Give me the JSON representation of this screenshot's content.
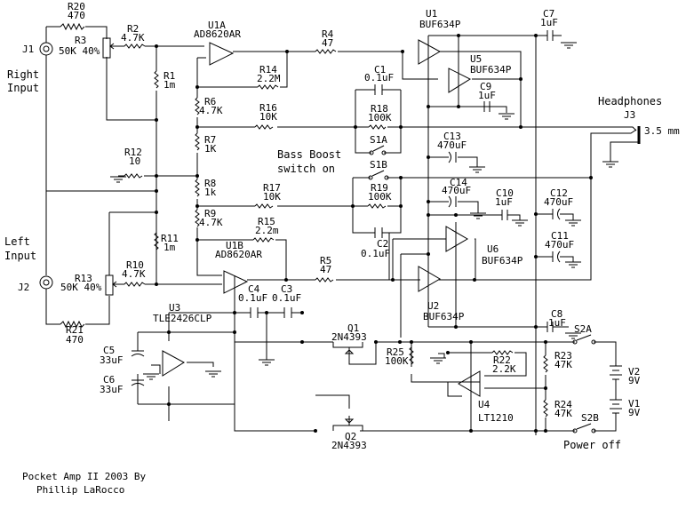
{
  "title_lines": [
    "Pocket Amp II 2003 By",
    "Phillip LaRocco"
  ],
  "notes": {
    "bass_boost_1": "Bass Boost",
    "bass_boost_2": "switch on",
    "power_off": "Power off",
    "headphones": "Headphones",
    "right_input_1": "Right",
    "right_input_2": "Input",
    "left_input_1": "Left",
    "left_input_2": "Input"
  },
  "components": {
    "R20": {
      "ref": "R20",
      "value": "470"
    },
    "R21": {
      "ref": "R21",
      "value": "470"
    },
    "R3": {
      "ref": "R3",
      "value": "50K 40%"
    },
    "R13": {
      "ref": "R13",
      "value": "50K 40%"
    },
    "R2": {
      "ref": "R2",
      "value": "4.7K"
    },
    "R10": {
      "ref": "R10",
      "value": "4.7K"
    },
    "R1": {
      "ref": "R1",
      "value": "1m"
    },
    "R11": {
      "ref": "R11",
      "value": "1m"
    },
    "R12": {
      "ref": "R12",
      "value": "10"
    },
    "R6": {
      "ref": "R6",
      "value": "4.7K"
    },
    "R7": {
      "ref": "R7",
      "value": "1K"
    },
    "R8": {
      "ref": "R8",
      "value": "1k"
    },
    "R9": {
      "ref": "R9",
      "value": "4.7K"
    },
    "R14": {
      "ref": "R14",
      "value": "2.2M"
    },
    "R15": {
      "ref": "R15",
      "value": "2.2m"
    },
    "R16": {
      "ref": "R16",
      "value": "10K"
    },
    "R17": {
      "ref": "R17",
      "value": "10K"
    },
    "R18": {
      "ref": "R18",
      "value": "100K"
    },
    "R19": {
      "ref": "R19",
      "value": "100K"
    },
    "R4": {
      "ref": "R4",
      "value": "47"
    },
    "R5": {
      "ref": "R5",
      "value": "47"
    },
    "R22": {
      "ref": "R22",
      "value": "2.2K"
    },
    "R23": {
      "ref": "R23",
      "value": "47K"
    },
    "R24": {
      "ref": "R24",
      "value": "47K"
    },
    "R25": {
      "ref": "R25",
      "value": "100K"
    },
    "C1": {
      "ref": "C1",
      "value": "0.1uF"
    },
    "C2": {
      "ref": "C2",
      "value": "0.1uF"
    },
    "C3": {
      "ref": "C3",
      "value": "0.1uF"
    },
    "C4": {
      "ref": "C4",
      "value": "0.1uF"
    },
    "C5": {
      "ref": "C5",
      "value": "33uF"
    },
    "C6": {
      "ref": "C6",
      "value": "33uF"
    },
    "C7": {
      "ref": "C7",
      "value": "1uF"
    },
    "C8": {
      "ref": "C8",
      "value": "1uF"
    },
    "C9": {
      "ref": "C9",
      "value": "1uF"
    },
    "C10": {
      "ref": "C10",
      "value": "1uF"
    },
    "C11": {
      "ref": "C11",
      "value": "470uF"
    },
    "C12": {
      "ref": "C12",
      "value": "470uF"
    },
    "C13": {
      "ref": "C13",
      "value": "470uF"
    },
    "C14": {
      "ref": "C14",
      "value": "470uF"
    },
    "U1A": {
      "ref": "U1A",
      "value": "AD8620AR"
    },
    "U1B": {
      "ref": "U1B",
      "value": "AD8620AR"
    },
    "U1": {
      "ref": "U1",
      "value": "BUF634P"
    },
    "U2": {
      "ref": "U2",
      "value": "BUF634P"
    },
    "U5": {
      "ref": "U5",
      "value": "BUF634P"
    },
    "U6": {
      "ref": "U6",
      "value": "BUF634P"
    },
    "U3": {
      "ref": "U3",
      "value": "TLE2426CLP"
    },
    "U4": {
      "ref": "U4",
      "value": "LT1210"
    },
    "Q1": {
      "ref": "Q1",
      "value": "2N4393"
    },
    "Q2": {
      "ref": "Q2",
      "value": "2N4393"
    },
    "J1": {
      "ref": "J1"
    },
    "J2": {
      "ref": "J2"
    },
    "J3": {
      "ref": "J3",
      "value": "3.5 mm"
    },
    "S1A": {
      "ref": "S1A"
    },
    "S1B": {
      "ref": "S1B"
    },
    "S2A": {
      "ref": "S2A"
    },
    "S2B": {
      "ref": "S2B"
    },
    "V1": {
      "ref": "V1",
      "value": "9V"
    },
    "V2": {
      "ref": "V2",
      "value": "9V"
    }
  }
}
